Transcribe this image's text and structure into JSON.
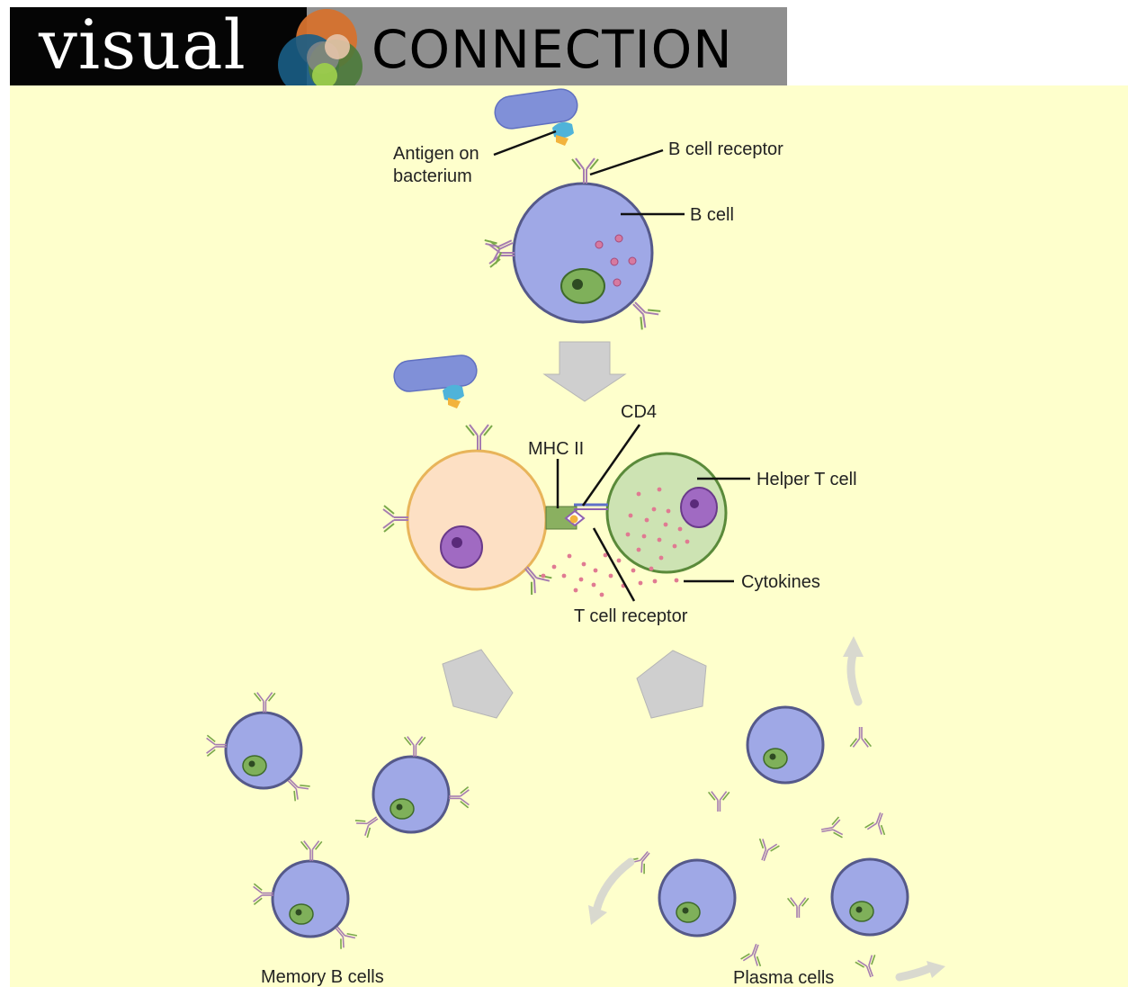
{
  "header": {
    "visual_text": "visual",
    "connection_text": "CONNECTION",
    "logo_icon": "venn-circles-icon"
  },
  "labels": {
    "antigen_line1": "Antigen on",
    "antigen_line2": "bacterium",
    "b_cell_receptor": "B cell receptor",
    "b_cell": "B cell",
    "cd4": "CD4",
    "mhc2": "MHC II",
    "helper_t_cell": "Helper T cell",
    "cytokines": "Cytokines",
    "t_cell_receptor": "T cell receptor",
    "memory_b_cells": "Memory B cells",
    "plasma_cells": "Plasma cells"
  },
  "colors": {
    "background": "#feffcc",
    "b_cell": "#9fa8e6",
    "nucleus": "#7fb05a",
    "activated_b_cell": "#fde0c4",
    "helper_t_cell": "#cde3b3",
    "t_nucleus": "#a06ac2",
    "cytokine": "#e07a92",
    "arrow": "#cfcfcf"
  }
}
